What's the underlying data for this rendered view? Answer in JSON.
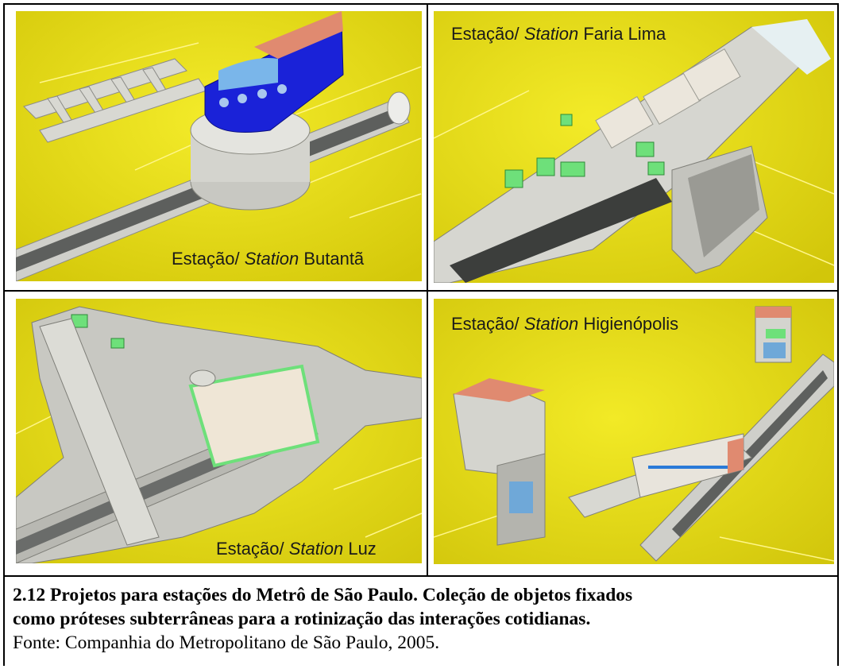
{
  "panels": [
    {
      "prefix": "Estação/ ",
      "italic": "Station",
      "name": " Butantã"
    },
    {
      "prefix": "Estação/ ",
      "italic": "Station",
      "name": " Faria Lima"
    },
    {
      "prefix": "Estação/ ",
      "italic": "Station",
      "name": " Luz"
    },
    {
      "prefix": "Estação/ ",
      "italic": "Station",
      "name": " Higienópolis"
    }
  ],
  "caption": {
    "title_line1": "2.12 Projetos para estações do Metrô de São Paulo.  Coleção de objetos fixados",
    "title_line2": "como próteses subterrâneas para a rotinização das interações cotidianas.",
    "source": "Fonte: Companhia do Metropolitano de São Paulo, 2005."
  },
  "colors": {
    "background_yellow": "#e8df12",
    "structure_gray": "#c9c9c4",
    "accent_blue": "#1a22d8",
    "accent_green": "#6ee07a",
    "roof_salmon": "#e08a70"
  }
}
